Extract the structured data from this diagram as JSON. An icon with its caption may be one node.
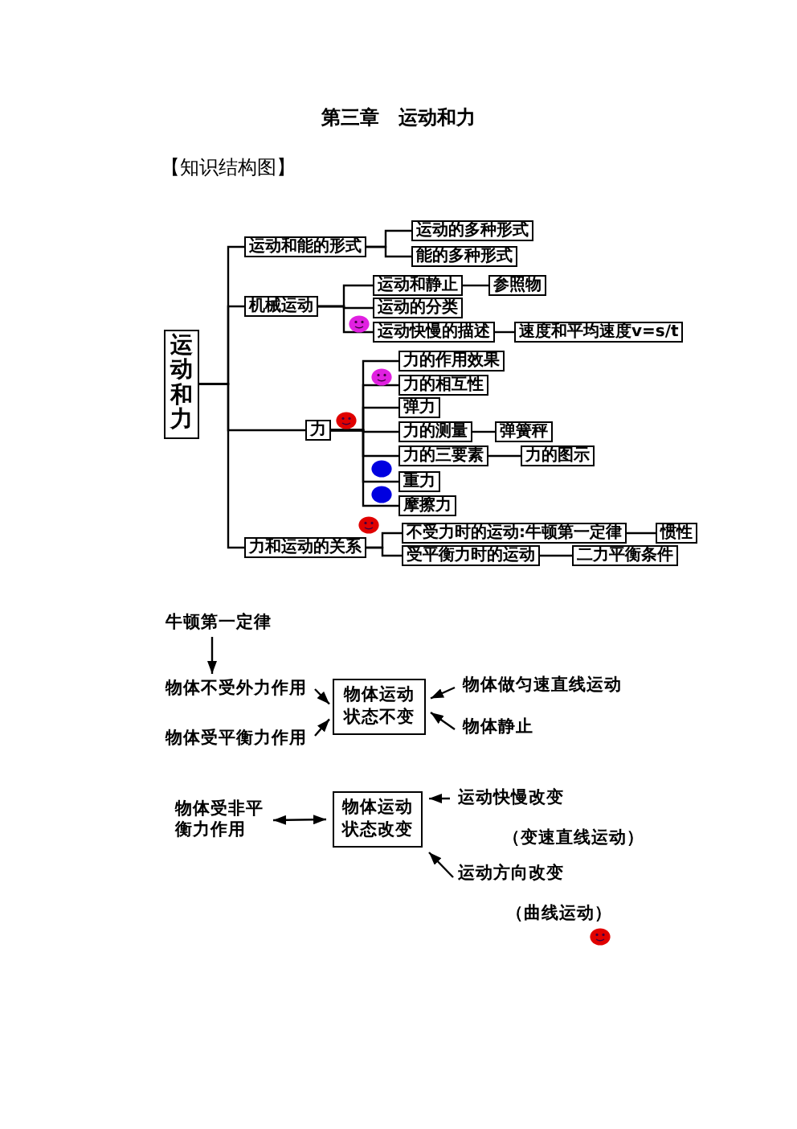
{
  "diagram": {
    "title": "第三章　运动和力",
    "nodes": [
      {
        "text": [
          "运动和力"
        ]
      },
      {
        "text": [
          "运动和能的形式"
        ]
      },
      {
        "text": [
          "运动的多种形式"
        ]
      },
      {
        "text": [
          "能的多种形式"
        ]
      },
      {
        "text": [
          "机械运动"
        ]
      },
      {
        "text": [
          "运动和静止"
        ]
      },
      {
        "text": [
          "参照物"
        ]
      },
      {
        "text": [
          "运动的分类"
        ]
      },
      {
        "text": [
          "运动快慢的描述"
        ]
      },
      {
        "text": [
          "速度和平均速度v=s/t"
        ]
      },
      {
        "text": [
          "力"
        ]
      },
      {
        "text": [
          "力的作用效果"
        ]
      },
      {
        "text": [
          "力的相互性"
        ]
      },
      {
        "text": [
          "弹力"
        ]
      },
      {
        "text": [
          "力的测量"
        ]
      },
      {
        "text": [
          "弹簧秤"
        ]
      },
      {
        "text": [
          "力的三要素"
        ]
      },
      {
        "text": [
          "力的图示"
        ]
      },
      {
        "text": [
          "重力"
        ]
      },
      {
        "text": [
          "摩擦力"
        ]
      },
      {
        "text": [
          "力和运动的关系"
        ]
      },
      {
        "text": [
          "不受力时的运动:牛顿第一定律"
        ]
      },
      {
        "text": [
          "惯性"
        ]
      },
      {
        "text": [
          "受平衡力时的运动"
        ]
      },
      {
        "text": [
          "二力平衡条件"
        ]
      },
      {
        "text": [
          "牛顿第一定律"
        ]
      },
      {
        "text": [
          "物体不受外力作用"
        ]
      },
      {
        "text": [
          "物体运动状态不变"
        ]
      },
      {
        "text": [
          "物体做匀速直线运动"
        ]
      },
      {
        "text": [
          "物体受平衡力作用"
        ]
      },
      {
        "text": [
          "物体静止"
        ]
      },
      {
        "text": [
          "物体受非平衡力作用"
        ]
      },
      {
        "text": [
          "物体运动状态改变"
        ]
      },
      {
        "text": [
          "运动快慢改变"
        ],
        "beside": [
          "（变速直线运动）"
        ]
      },
      {
        "text": [
          "运动方向改变"
        ],
        "beside": [
          "（曲线运动）"
        ]
      }
    ],
    "edges": [
      {
        "from": 0,
        "to": 1,
        "arrow": "none"
      },
      {
        "from": 0,
        "to": 4,
        "arrow": "none"
      },
      {
        "from": 0,
        "to": 10,
        "arrow": "none"
      },
      {
        "from": 0,
        "to": 20,
        "arrow": "none"
      },
      {
        "from": 1,
        "to": 2,
        "arrow": "none"
      },
      {
        "from": 1,
        "to": 3,
        "arrow": "none"
      },
      {
        "from": 4,
        "to": 5,
        "arrow": "none"
      },
      {
        "from": 4,
        "to": 7,
        "arrow": "none"
      },
      {
        "from": 4,
        "to": 8,
        "arrow": "none"
      },
      {
        "from": 5,
        "to": 6,
        "arrow": "none"
      },
      {
        "from": 8,
        "to": 9,
        "arrow": "none"
      },
      {
        "from": 10,
        "to": 11,
        "arrow": "none"
      },
      {
        "from": 10,
        "to": 12,
        "arrow": "none"
      },
      {
        "from": 10,
        "to": 13,
        "arrow": "none"
      },
      {
        "from": 10,
        "to": 14,
        "arrow": "none"
      },
      {
        "from": 10,
        "to": 16,
        "arrow": "none"
      },
      {
        "from": 10,
        "to": 18,
        "arrow": "none"
      },
      {
        "from": 10,
        "to": 19,
        "arrow": "none"
      },
      {
        "from": 14,
        "to": 15,
        "arrow": "none"
      },
      {
        "from": 16,
        "to": 17,
        "arrow": "none"
      },
      {
        "from": 20,
        "to": 21,
        "arrow": "none"
      },
      {
        "from": 20,
        "to": 23,
        "arrow": "none"
      },
      {
        "from": 21,
        "to": 22,
        "arrow": "none"
      },
      {
        "from": 23,
        "to": 24,
        "arrow": "none"
      },
      {
        "from": 25,
        "to": 26,
        "arrow": "to"
      },
      {
        "from": 26,
        "to": 27,
        "arrow": "to"
      },
      {
        "from": 28,
        "to": 27,
        "arrow": "to"
      },
      {
        "from": 29,
        "to": 27,
        "arrow": "to"
      },
      {
        "from": 30,
        "to": 27,
        "arrow": "to"
      },
      {
        "from": 31,
        "to": 32,
        "arrow": "both"
      },
      {
        "from": 33,
        "to": 32,
        "arrow": "to"
      },
      {
        "from": 34,
        "to": 32,
        "arrow": "to"
      }
    ],
    "labels": [
      "【知识结构图】"
    ]
  }
}
